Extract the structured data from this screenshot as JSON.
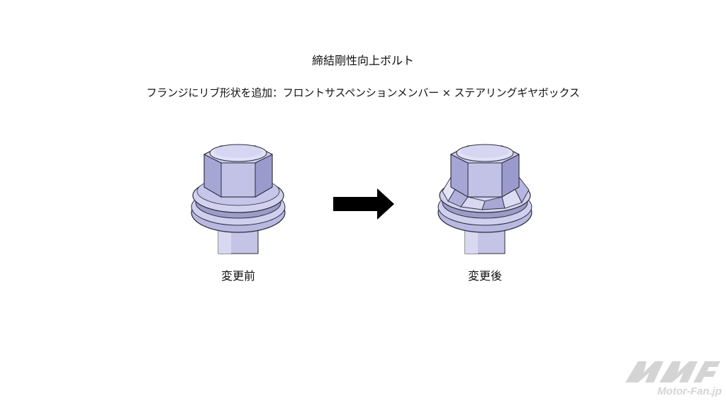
{
  "title": "締結剛性向上ボルト",
  "subtitle": "フランジにリブ形状を追加：フロントサスペンションメンバー × ステアリングギヤボックス",
  "before": {
    "caption": "変更前"
  },
  "after": {
    "caption": "変更後"
  },
  "watermark": {
    "text": "Motor-Fan.jp"
  },
  "colors": {
    "bolt_fill": "#c9c9ea",
    "bolt_shade": "#8f8fc0",
    "bolt_highlight": "#e6e6f6",
    "outline": "#2a2a3a",
    "arrow": "#000000",
    "watermark": "#d4d4d4"
  }
}
